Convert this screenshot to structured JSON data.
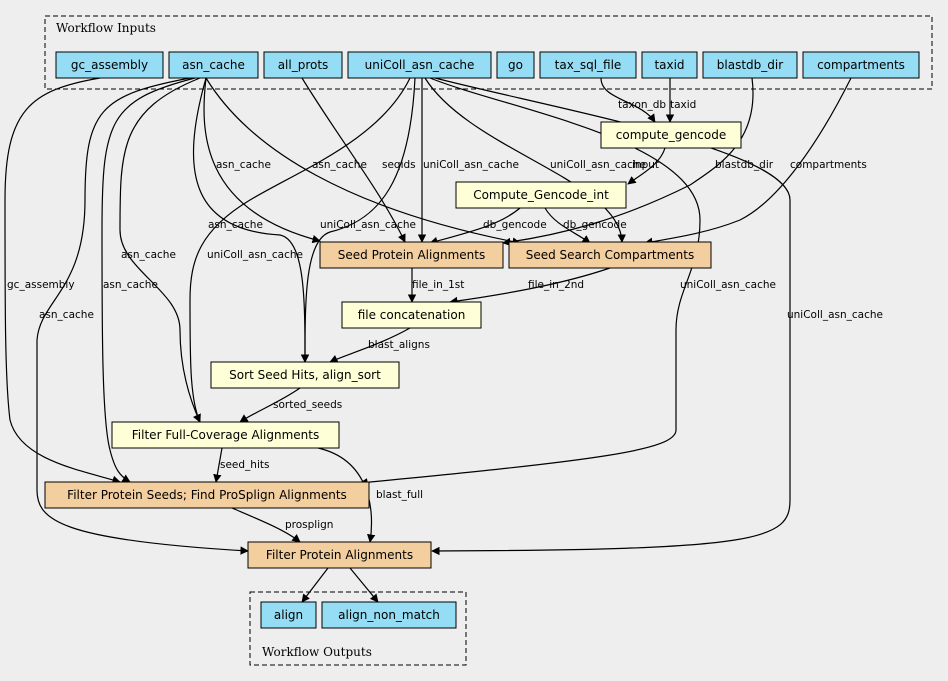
{
  "clusters": {
    "inputs": "Workflow Inputs",
    "outputs": "Workflow Outputs"
  },
  "inputs": {
    "gc_assembly": "gc_assembly",
    "asn_cache": "asn_cache",
    "all_prots": "all_prots",
    "uniColl_asn_cache": "uniColl_asn_cache",
    "go": "go",
    "tax_sql_file": "tax_sql_file",
    "taxid": "taxid",
    "blastdb_dir": "blastdb_dir",
    "compartments": "compartments"
  },
  "steps": {
    "compute_gencode": "compute_gencode",
    "compute_gencode_int": "Compute_Gencode_int",
    "seed_protein_alignments": "Seed Protein Alignments",
    "seed_search_compartments": "Seed Search Compartments",
    "file_concatenation": "file concatenation",
    "sort_seed_hits": "Sort Seed Hits, align_sort",
    "filter_full_coverage": "Filter Full-Coverage Alignments",
    "filter_protein_seeds": "Filter Protein Seeds; Find ProSplign Alignments",
    "filter_protein_alignments": "Filter Protein Alignments"
  },
  "outputs": {
    "align": "align",
    "align_non_match": "align_non_match"
  },
  "edge_labels": {
    "taxon_db": "taxon_db",
    "taxid": "taxid",
    "input": "input",
    "blastdb_dir": "blastdb_dir",
    "compartments": "compartments",
    "asn_cache_a": "asn_cache",
    "asn_cache_b": "asn_cache",
    "seqids": "seqids",
    "unicoll_a": "uniColl_asn_cache",
    "unicoll_b": "uniColl_asn_cache",
    "asn_cache_c": "asn_cache",
    "unicoll_c": "uniColl_asn_cache",
    "db_gencode_a": "db_gencode",
    "db_gencode_b": "db_gencode",
    "asn_cache_d": "asn_cache",
    "unicoll_d": "uniColl_asn_cache",
    "gc_assembly": "gc_assembly",
    "asn_cache_e": "asn_cache",
    "asn_cache_f": "asn_cache",
    "unicoll_e": "uniColl_asn_cache",
    "unicoll_f": "uniColl_asn_cache",
    "file_in_1st": "file_in_1st",
    "file_in_2nd": "file_in_2nd",
    "blast_aligns": "blast_aligns",
    "sorted_seeds": "sorted_seeds",
    "seed_hits": "seed_hits",
    "blast_full": "blast_full",
    "prosplign": "prosplign"
  }
}
